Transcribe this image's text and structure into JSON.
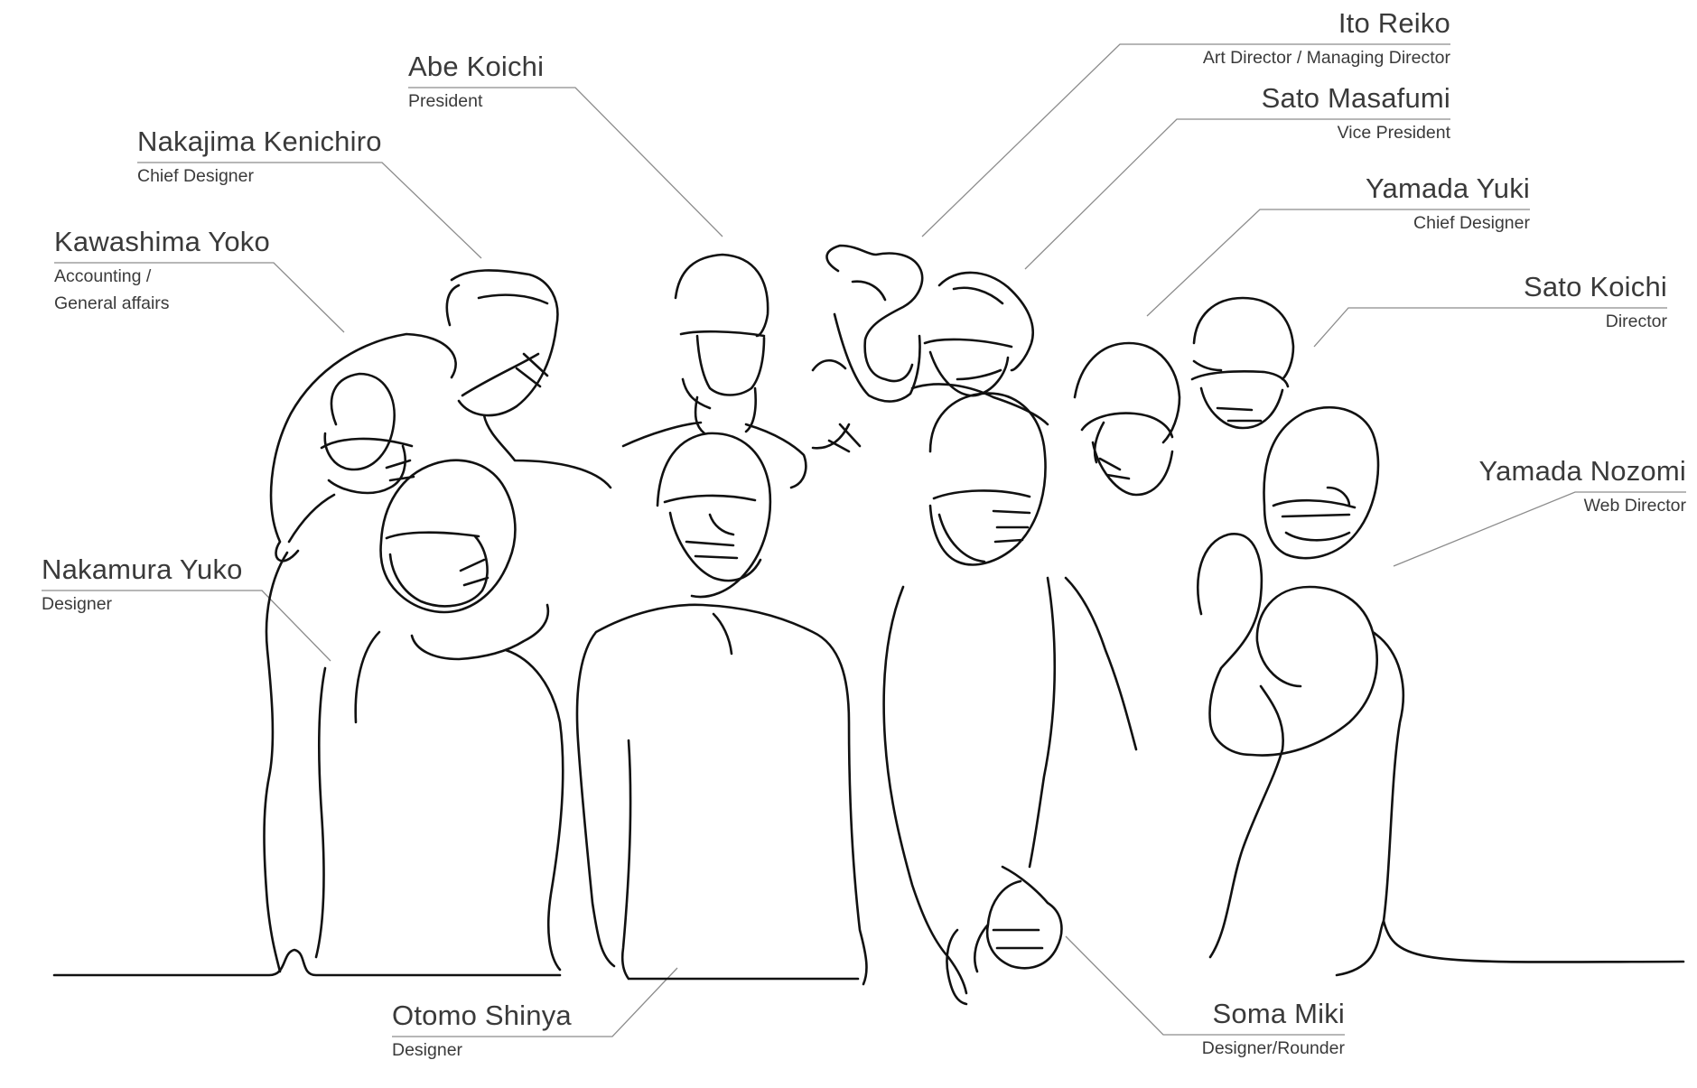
{
  "people": [
    {
      "id": "ito-reiko",
      "name": "Ito Reiko",
      "role": "Art Director / Managing Director"
    },
    {
      "id": "abe-koichi",
      "name": "Abe Koichi",
      "role": "President"
    },
    {
      "id": "sato-masafumi",
      "name": "Sato Masafumi",
      "role": "Vice President"
    },
    {
      "id": "nakajima-kenichiro",
      "name": "Nakajima Kenichiro",
      "role": "Chief Designer"
    },
    {
      "id": "yamada-yuki",
      "name": "Yamada Yuki",
      "role": "Chief Designer"
    },
    {
      "id": "kawashima-yoko",
      "name": "Kawashima Yoko",
      "role_lines": [
        "Accounting /",
        "General affairs"
      ]
    },
    {
      "id": "sato-koichi",
      "name": "Sato Koichi",
      "role": "Director"
    },
    {
      "id": "yamada-nozomi",
      "name": "Yamada Nozomi",
      "role": "Web Director"
    },
    {
      "id": "nakamura-yuko",
      "name": "Nakamura Yuko",
      "role": "Designer"
    },
    {
      "id": "otomo-shinya",
      "name": "Otomo Shinya",
      "role": "Designer"
    },
    {
      "id": "soma-miki",
      "name": "Soma Miki",
      "role": "Designer/Rounder"
    }
  ],
  "colors": {
    "text": "#3a3a3a",
    "leader_line": "#8c8c8c",
    "drawing": "#111111",
    "background": "#ffffff"
  }
}
